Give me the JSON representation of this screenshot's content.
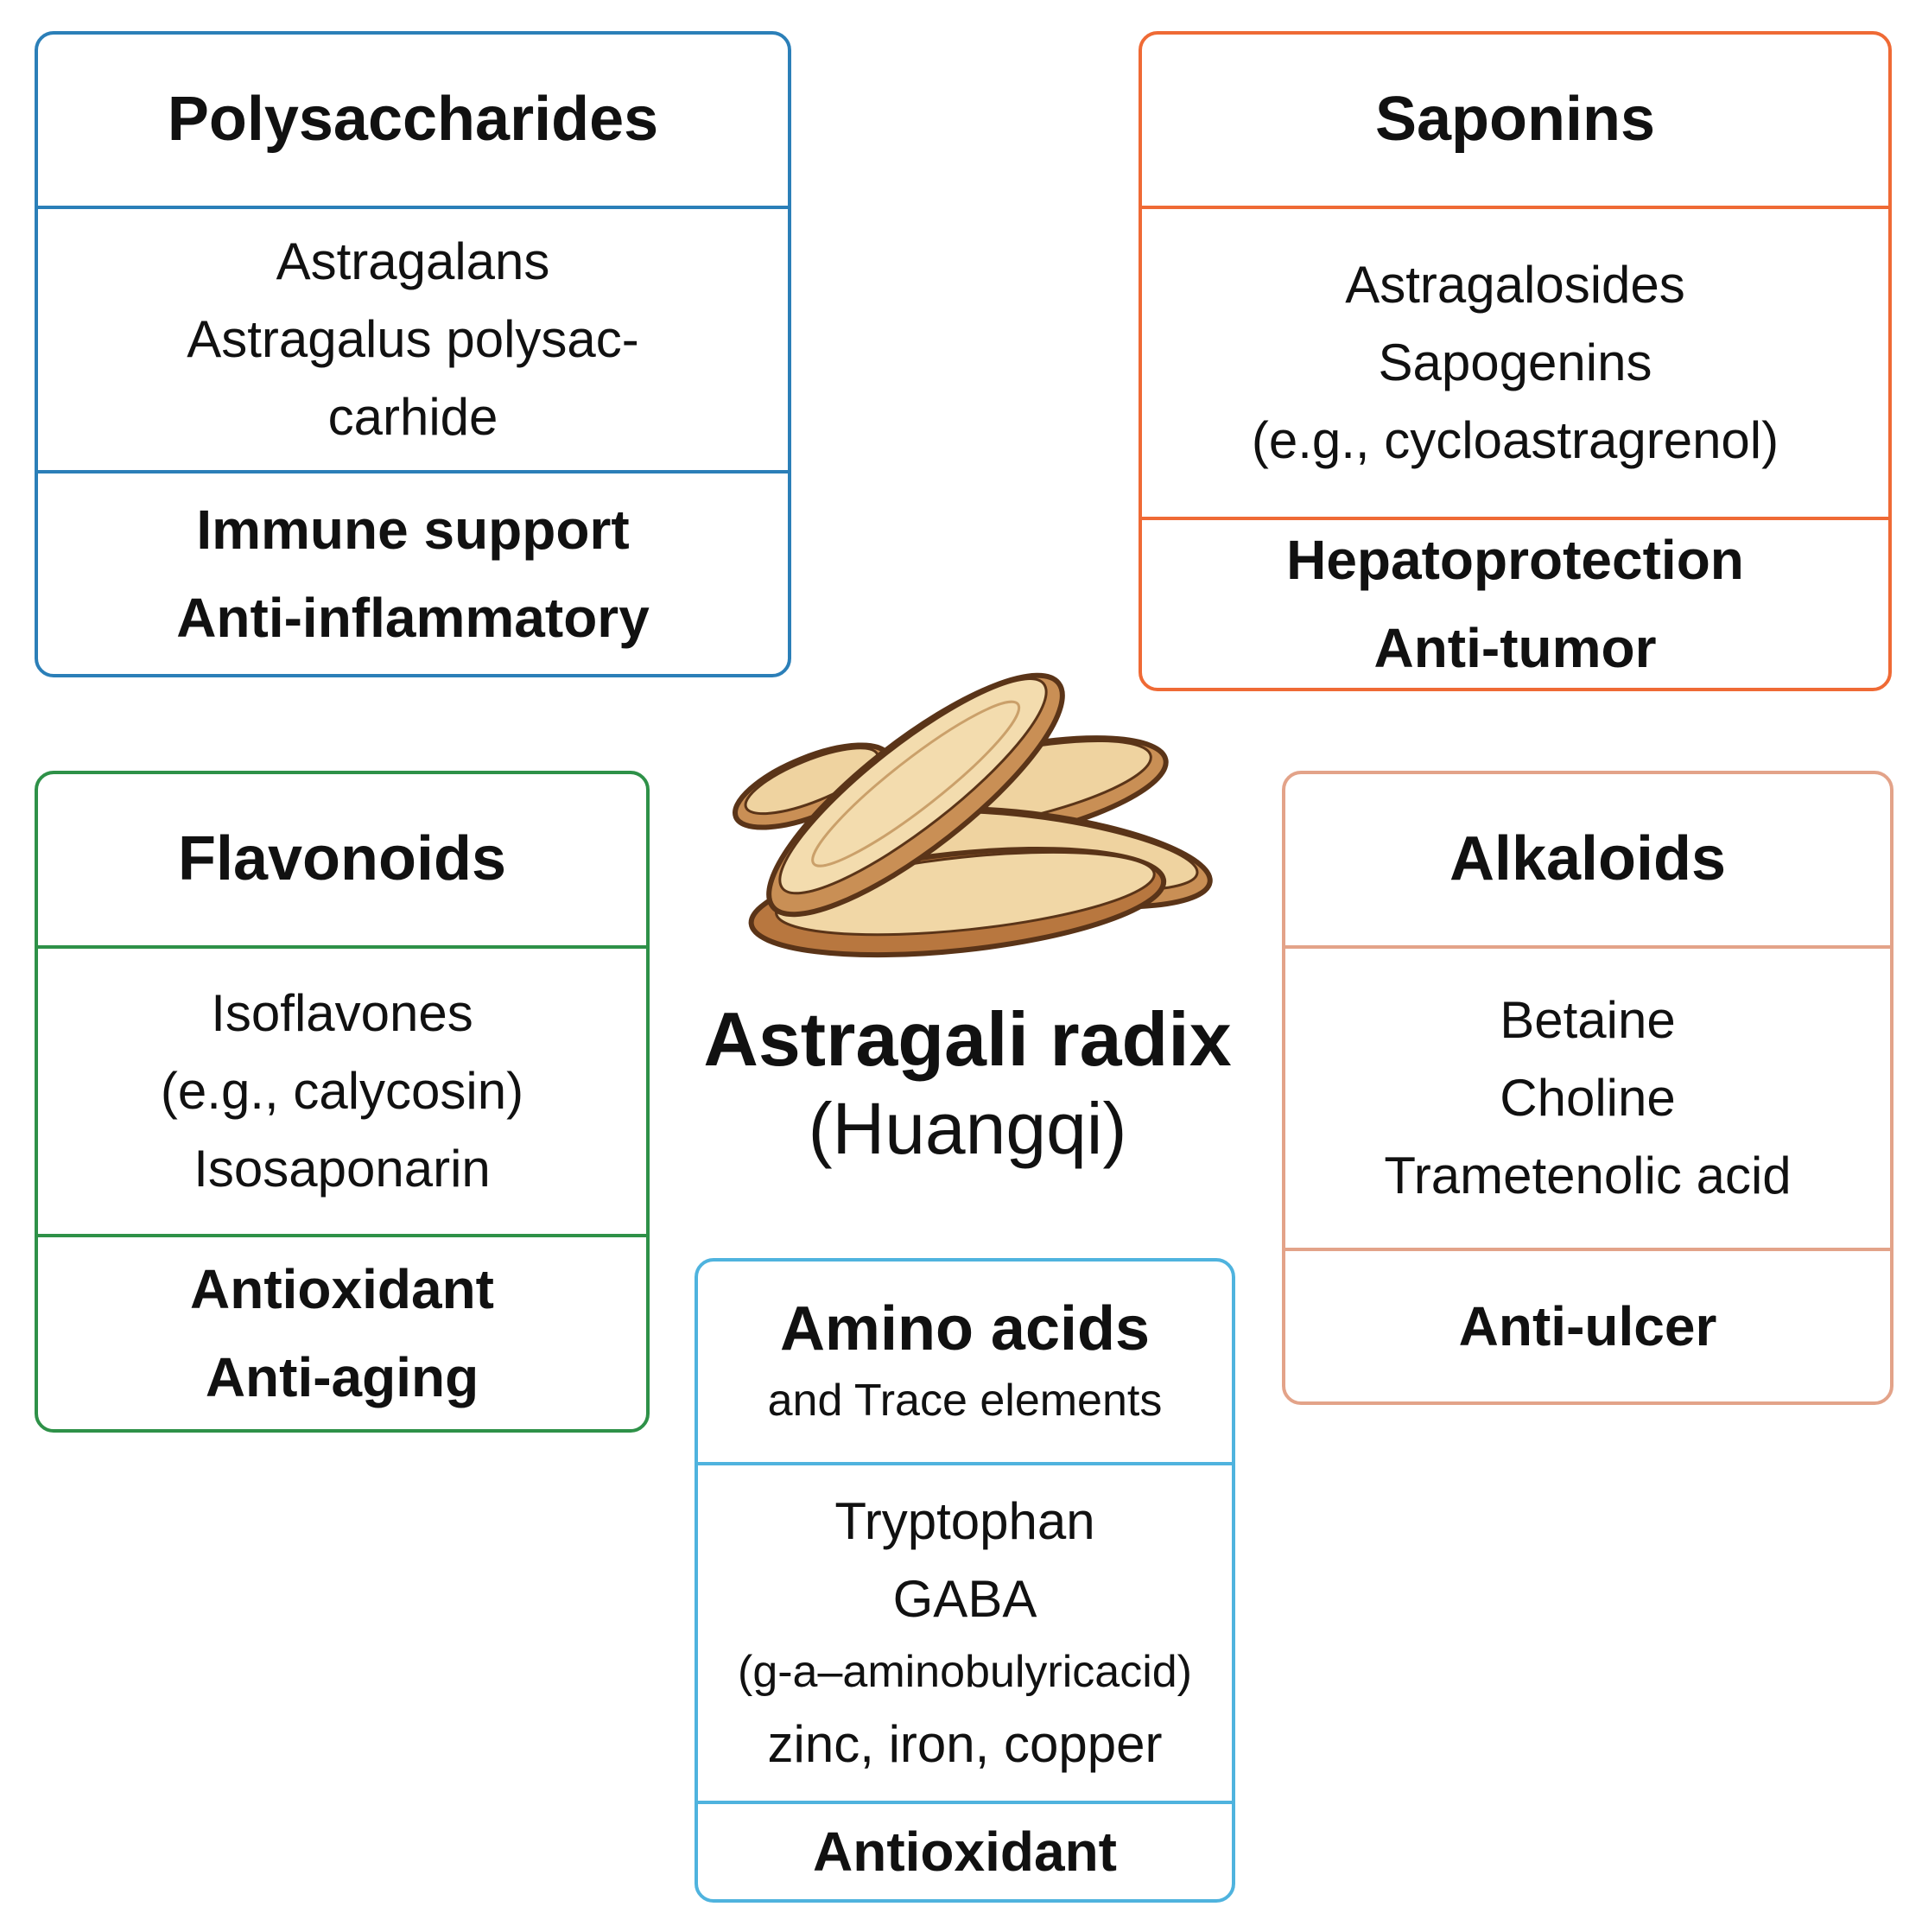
{
  "center": {
    "title": "Astragali radix",
    "subtitle": "(Huangqi)"
  },
  "categories": {
    "polysaccharides": {
      "title": "Polysaccharides",
      "compounds": [
        "Astragalans",
        "Astragalus polysac-",
        "carhide"
      ],
      "effects": [
        "Immune support",
        "Anti-inflammatory"
      ],
      "color": "#2b7fb8"
    },
    "saponins": {
      "title": "Saponins",
      "compounds": [
        "Astragalosides",
        "Sapogenins",
        "(e.g., cycloastragrenol)"
      ],
      "effects": [
        "Hepatoprotection",
        "Anti-tumor"
      ],
      "color": "#ef6a35"
    },
    "flavonoids": {
      "title": "Flavonoids",
      "compounds": [
        "Isoflavones",
        "(e.g., calycosin)",
        "Isosaponarin"
      ],
      "effects": [
        "Antioxidant",
        "Anti-aging"
      ],
      "color": "#2e9148"
    },
    "alkaloids": {
      "title": "Alkaloids",
      "compounds": [
        "Betaine",
        "Choline",
        "Trametenolic acid"
      ],
      "effects": [
        "Anti-ulcer"
      ],
      "color": "#e3a389"
    },
    "amino": {
      "title": "Amino acids",
      "subtitle": "and Trace elements",
      "compounds": [
        "Tryptophan",
        "GABA",
        "(g-a–aminobulyricacid)",
        "zinc, iron, copper"
      ],
      "effects": [
        "Antioxidant"
      ],
      "color": "#4fb3de"
    }
  }
}
